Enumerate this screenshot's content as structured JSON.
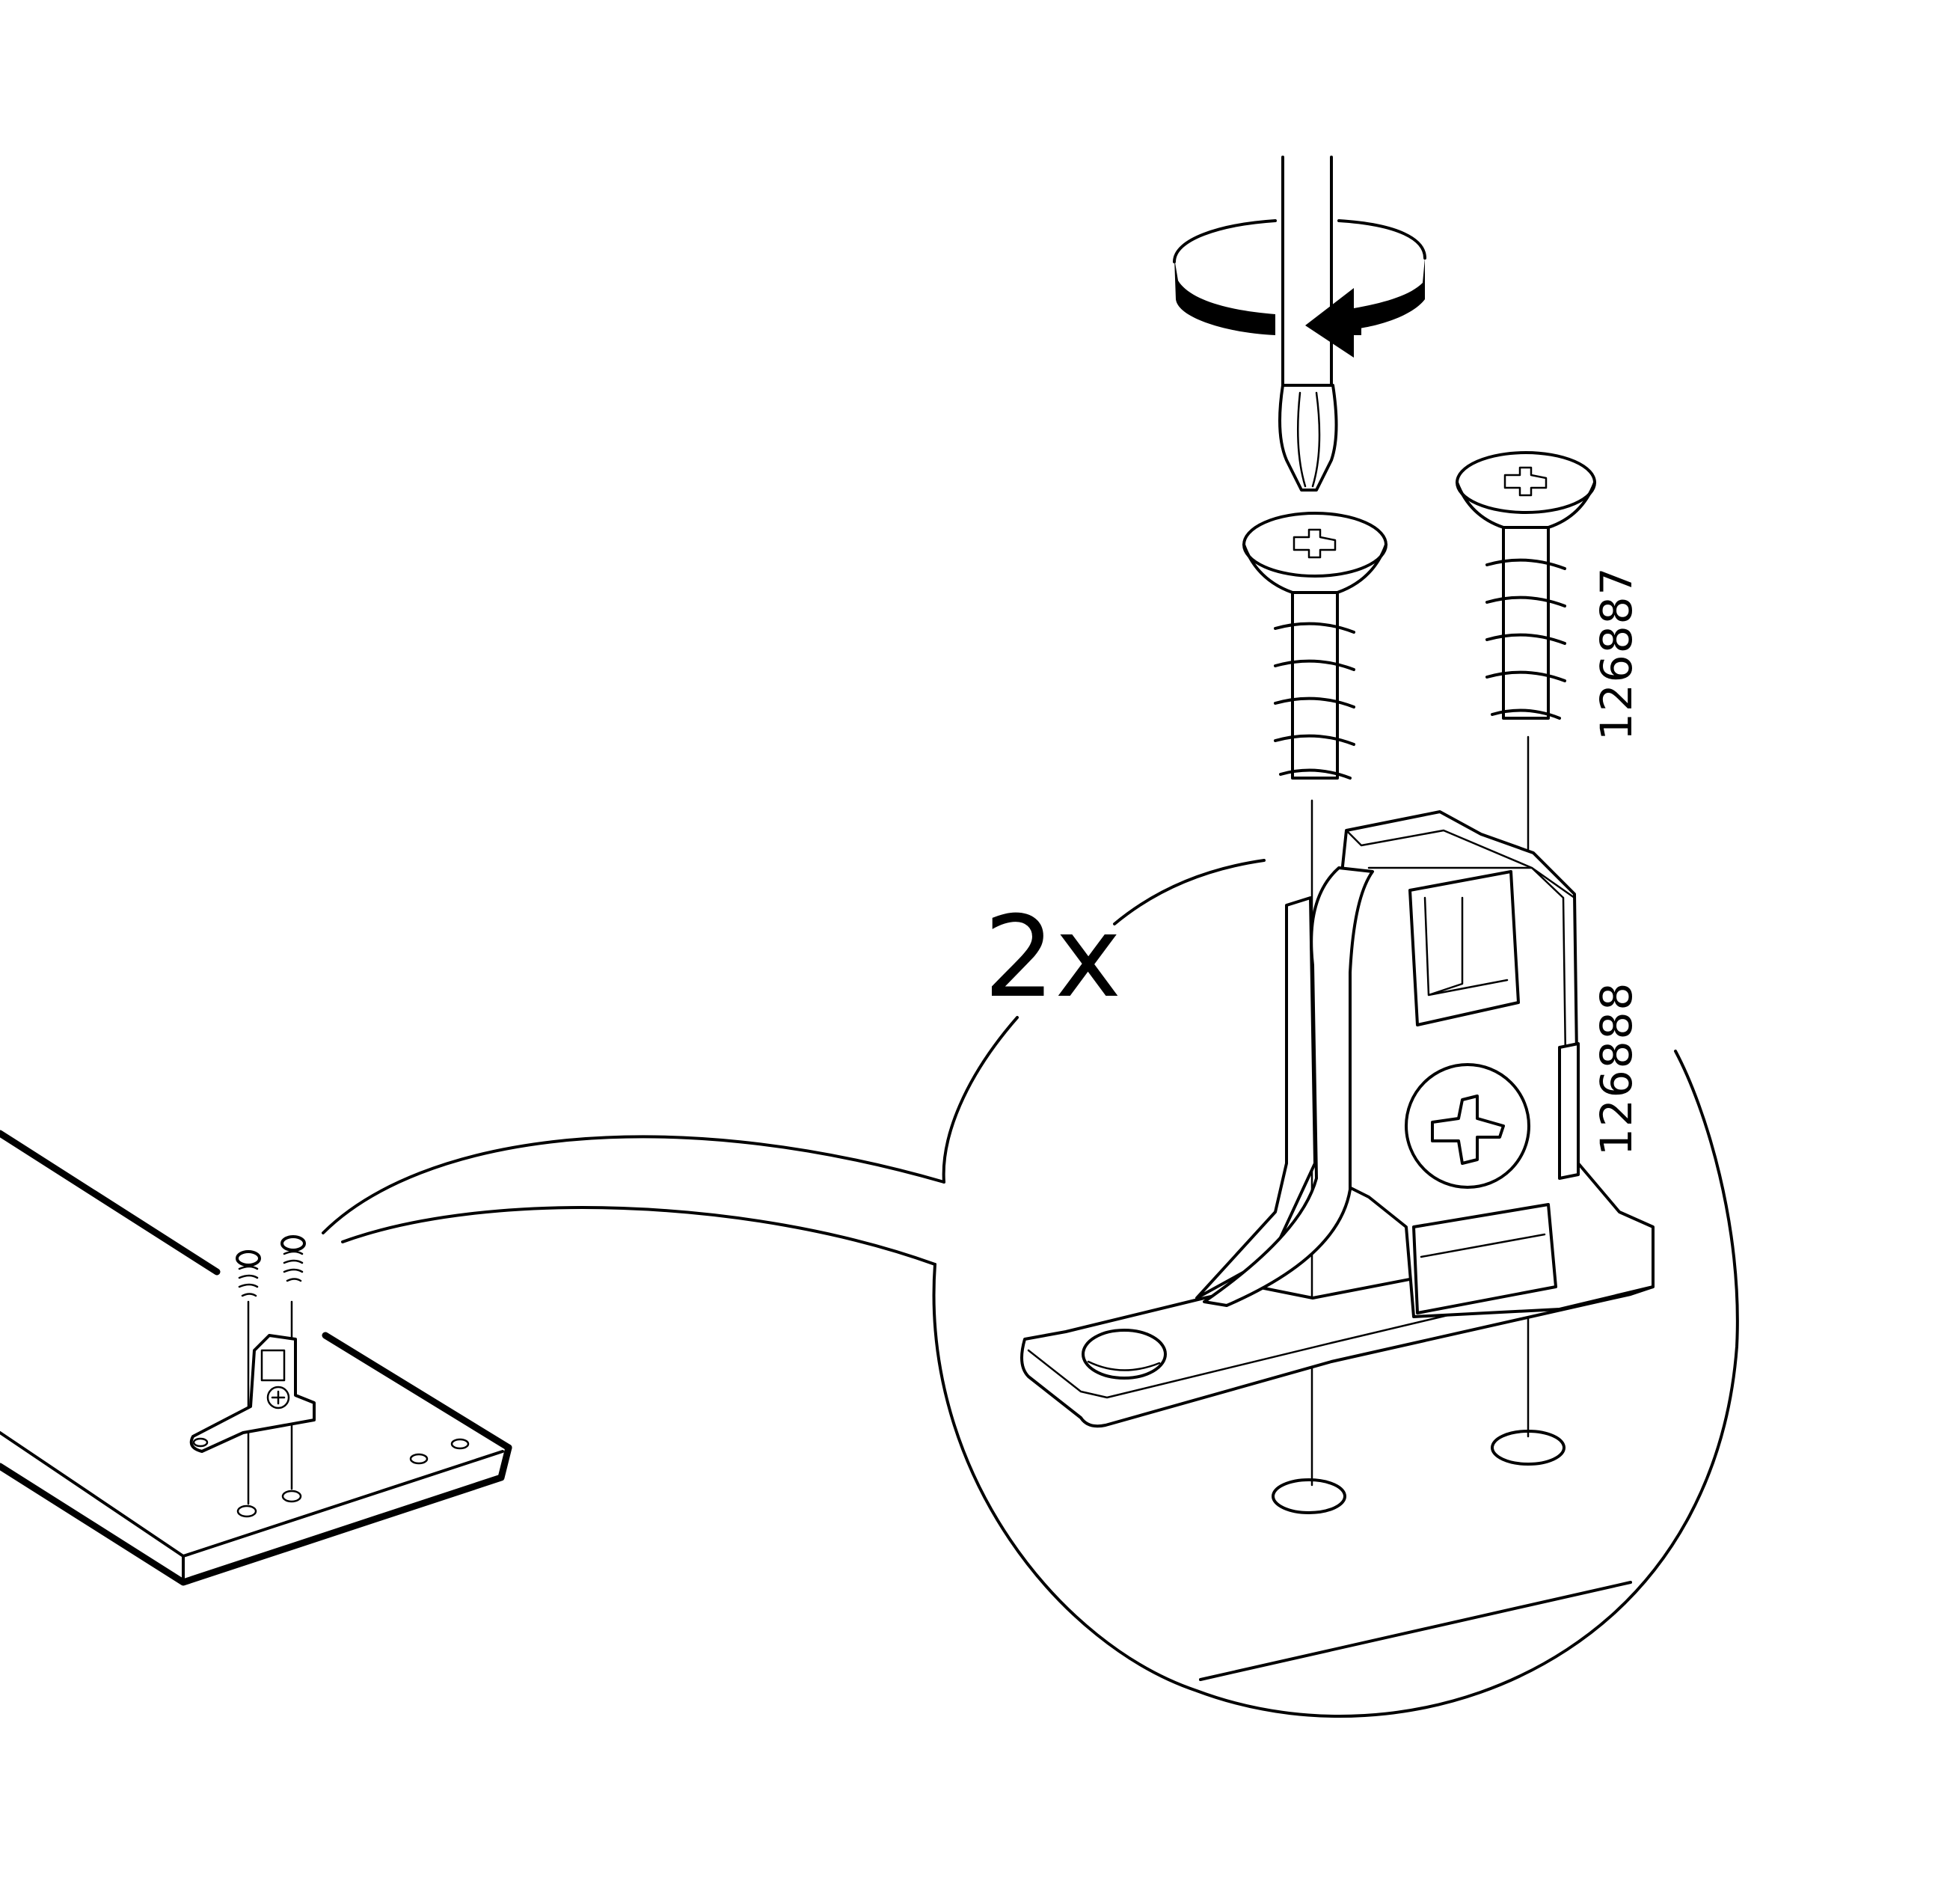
{
  "quantity_label": "2x",
  "parts": [
    {
      "id": "126887",
      "description": "short screw"
    },
    {
      "id": "126888",
      "description": "mounting bracket"
    }
  ],
  "icons": [
    "screwdriver-icon",
    "rotation-arrow-icon",
    "screw-icon",
    "bracket-icon",
    "magnifier-callout-icon",
    "board-panel-icon"
  ]
}
